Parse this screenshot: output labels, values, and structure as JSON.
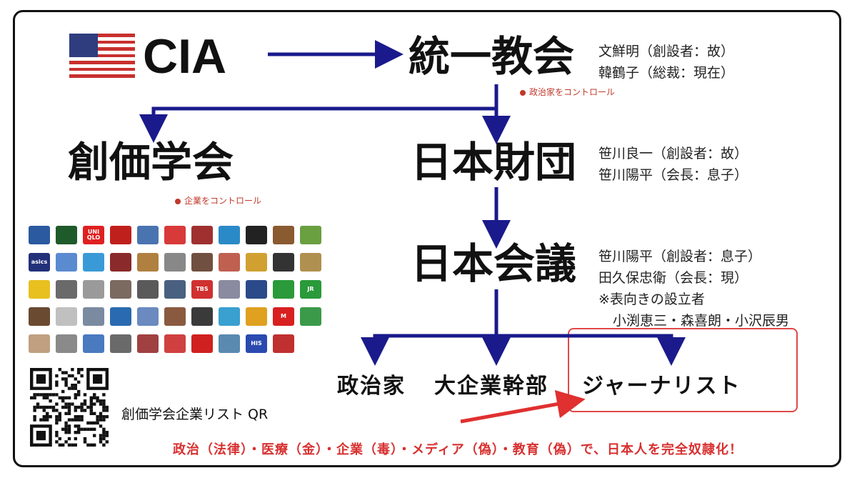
{
  "nodes": {
    "cia": "CIA",
    "unification": "統一教会",
    "soka": "創価学会",
    "nippon_zaidan": "日本財団",
    "nippon_kaigi": "日本会議",
    "politicians": "政治家",
    "executives": "大企業幹部",
    "journalists": "ジャーナリスト"
  },
  "notes": {
    "unification_1": "文鮮明（創設者：故）",
    "unification_2": "韓鶴子（総裁：現在）",
    "unification_red": "政治家をコントロール",
    "soka_red": "企業をコントロール",
    "zaidan_1": "笹川良一（創設者：故）",
    "zaidan_2": "笹川陽平（会長：息子）",
    "kaigi_1": "笹川陽平（創設者：息子）",
    "kaigi_2": "田久保忠衛（会長：現）",
    "kaigi_3": "※表向きの設立者",
    "kaigi_4": "小渕恵三・森喜朗・小沢辰男"
  },
  "qr_label": "創価学会企業リスト QR",
  "bottom_text": "政治（法律）・医療（金）・企業（毒）・メディア（偽）・教育（偽）で、日本人を完全奴隷化！",
  "logos": [
    {
      "row": 0,
      "col": 0,
      "text": "",
      "color": "#2b5aa0"
    },
    {
      "row": 0,
      "col": 1,
      "text": "",
      "color": "#1f5a2a"
    },
    {
      "row": 0,
      "col": 2,
      "text": "UNI QLO",
      "color": "#e02020"
    },
    {
      "row": 0,
      "col": 3,
      "text": "",
      "color": "#c0201c"
    },
    {
      "row": 0,
      "col": 4,
      "text": "",
      "color": "#4a74b0"
    },
    {
      "row": 0,
      "col": 5,
      "text": "",
      "color": "#d83a3a"
    },
    {
      "row": 0,
      "col": 6,
      "text": "",
      "color": "#a03030"
    },
    {
      "row": 0,
      "col": 7,
      "text": "",
      "color": "#2a8ac8"
    },
    {
      "row": 0,
      "col": 8,
      "text": "",
      "color": "#222222"
    },
    {
      "row": 0,
      "col": 9,
      "text": "",
      "color": "#8a5a30"
    },
    {
      "row": 0,
      "col": 10,
      "text": "",
      "color": "#6aa040"
    },
    {
      "row": 1,
      "col": 0,
      "text": "asics",
      "color": "#22307a"
    },
    {
      "row": 1,
      "col": 1,
      "text": "",
      "color": "#5a8ad0"
    },
    {
      "row": 1,
      "col": 2,
      "text": "",
      "color": "#3a9ad8"
    },
    {
      "row": 1,
      "col": 3,
      "text": "",
      "color": "#8a2a2a"
    },
    {
      "row": 1,
      "col": 4,
      "text": "",
      "color": "#b08040"
    },
    {
      "row": 1,
      "col": 5,
      "text": "",
      "color": "#888888"
    },
    {
      "row": 1,
      "col": 6,
      "text": "",
      "color": "#705040"
    },
    {
      "row": 1,
      "col": 7,
      "text": "",
      "color": "#c06050"
    },
    {
      "row": 1,
      "col": 8,
      "text": "",
      "color": "#d0a030"
    },
    {
      "row": 1,
      "col": 9,
      "text": "",
      "color": "#333333"
    },
    {
      "row": 1,
      "col": 10,
      "text": "",
      "color": "#b09050"
    },
    {
      "row": 2,
      "col": 0,
      "text": "",
      "color": "#e8c020"
    },
    {
      "row": 2,
      "col": 1,
      "text": "",
      "color": "#6a6a6a"
    },
    {
      "row": 2,
      "col": 2,
      "text": "",
      "color": "#9a9a9a"
    },
    {
      "row": 2,
      "col": 3,
      "text": "",
      "color": "#7a6a60"
    },
    {
      "row": 2,
      "col": 4,
      "text": "",
      "color": "#5a5a5a"
    },
    {
      "row": 2,
      "col": 5,
      "text": "",
      "color": "#4a6080"
    },
    {
      "row": 2,
      "col": 6,
      "text": "TBS",
      "color": "#d03030"
    },
    {
      "row": 2,
      "col": 7,
      "text": "",
      "color": "#8a8aa0"
    },
    {
      "row": 2,
      "col": 8,
      "text": "",
      "color": "#2a4a8a"
    },
    {
      "row": 2,
      "col": 9,
      "text": "",
      "color": "#2a9a3a"
    },
    {
      "row": 2,
      "col": 10,
      "text": "JR",
      "color": "#2a9a3a"
    },
    {
      "row": 3,
      "col": 0,
      "text": "",
      "color": "#6a4a30"
    },
    {
      "row": 3,
      "col": 1,
      "text": "",
      "color": "#c0c0c0"
    },
    {
      "row": 3,
      "col": 2,
      "text": "",
      "color": "#7a8aa0"
    },
    {
      "row": 3,
      "col": 3,
      "text": "",
      "color": "#2a6ab0"
    },
    {
      "row": 3,
      "col": 4,
      "text": "",
      "color": "#6a8ac0"
    },
    {
      "row": 3,
      "col": 5,
      "text": "",
      "color": "#8a5a40"
    },
    {
      "row": 3,
      "col": 6,
      "text": "",
      "color": "#3a3a3a"
    },
    {
      "row": 3,
      "col": 7,
      "text": "",
      "color": "#3aa0d0"
    },
    {
      "row": 3,
      "col": 8,
      "text": "",
      "color": "#e0a020"
    },
    {
      "row": 3,
      "col": 9,
      "text": "M",
      "color": "#d82020"
    },
    {
      "row": 3,
      "col": 10,
      "text": "",
      "color": "#3a9a4a"
    },
    {
      "row": 4,
      "col": 0,
      "text": "",
      "color": "#c0a080"
    },
    {
      "row": 4,
      "col": 1,
      "text": "",
      "color": "#8a8a8a"
    },
    {
      "row": 4,
      "col": 2,
      "text": "",
      "color": "#4a7ac0"
    },
    {
      "row": 4,
      "col": 3,
      "text": "",
      "color": "#6a6a6a"
    },
    {
      "row": 4,
      "col": 4,
      "text": "",
      "color": "#a04040"
    },
    {
      "row": 4,
      "col": 5,
      "text": "",
      "color": "#d04040"
    },
    {
      "row": 4,
      "col": 6,
      "text": "",
      "color": "#d02020"
    },
    {
      "row": 4,
      "col": 7,
      "text": "",
      "color": "#5a8ab0"
    },
    {
      "row": 4,
      "col": 8,
      "text": "HIS",
      "color": "#2a4ab0"
    },
    {
      "row": 4,
      "col": 9,
      "text": "",
      "color": "#c03030"
    }
  ],
  "colors": {
    "arrow": "#1a1a8c",
    "red": "#d83030",
    "highlight": "#e04848"
  }
}
